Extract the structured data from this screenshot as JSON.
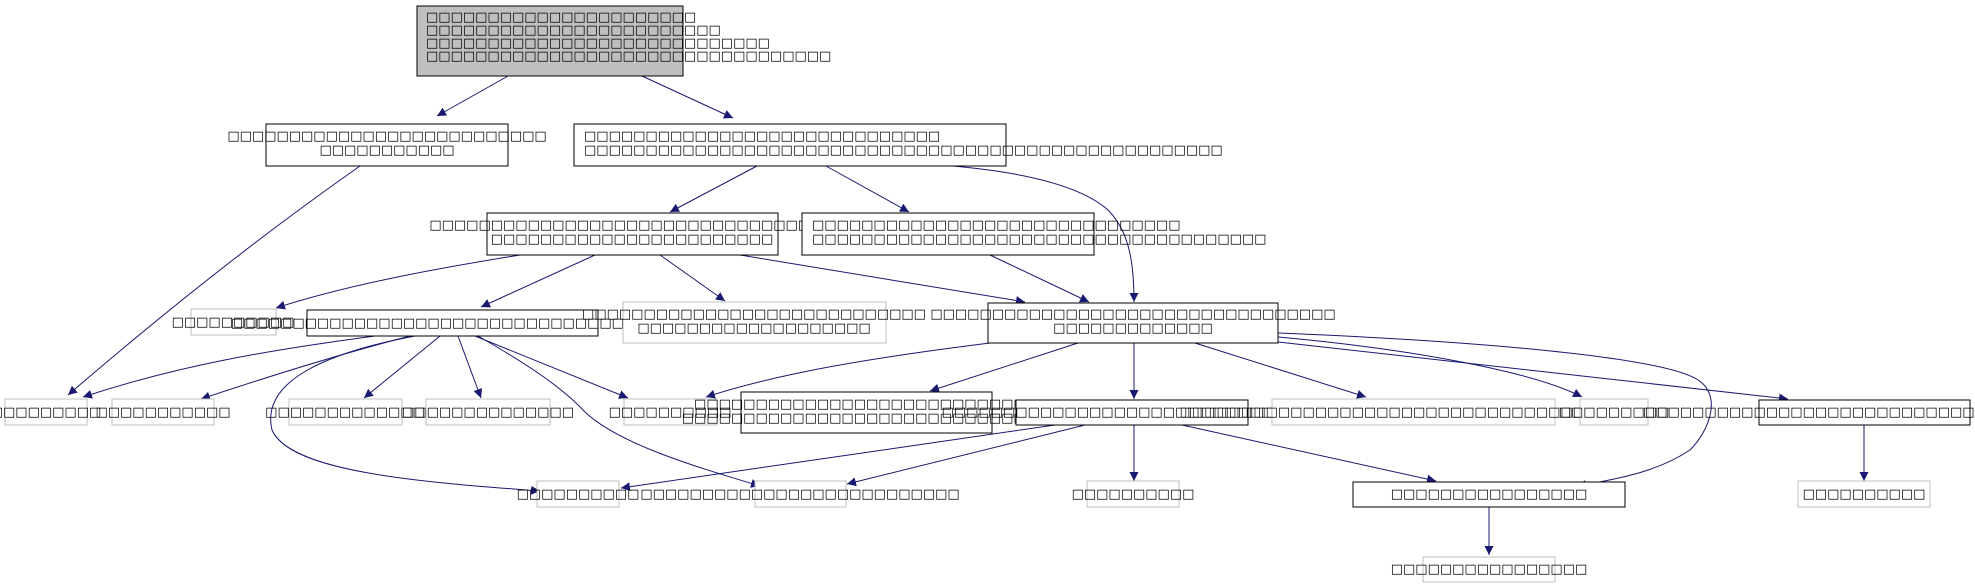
{
  "colors": {
    "edge": "#191970",
    "root_fill": "#bfbfbf",
    "node_border": "#000000",
    "leaf_border": "#bfbfbf"
  },
  "nodes": [
    {
      "id": "root",
      "lines": [
        "□□□□□□□□□□□□□□□□□□□□□□",
        "□□□□□□□□□□□□□□□□□□□□□□□□",
        "□□□□□□□□□□□□□□□□□□□□□□□□□□□□",
        "□□□□□□□□□□□□□□□□□□□□□□□□□□□□□□□□□"
      ]
    },
    {
      "id": "n1",
      "lines": [
        "□□□□□□□□□□□□□□□□□□□□□□□□□□",
        "□□□□□□□□□□□"
      ]
    },
    {
      "id": "n2",
      "lines": [
        "□□□□□□□□□□□□□□□□□□□□□□□□□□□□□",
        "□□□□□□□□□□□□□□□□□□□□□□□□□□□□□□□□□□□□□□□□□□□□□□□□□□□□"
      ]
    },
    {
      "id": "n3",
      "lines": [
        "□□□□□□□□□□□□□□□□□□□□□□□□□□□□□□□□□",
        "□□□□□□□□□□□□□□□□□□□□□□□"
      ]
    },
    {
      "id": "n4",
      "lines": [
        "□□□□□□□□□□□□□□□□□□□□□□□□□□□□□□",
        "□□□□□□□□□□□□□□□□□□□□□□□□□□□□□□□□□□□□□"
      ]
    },
    {
      "id": "n5",
      "lines": [
        "□□□□□□□□□□"
      ]
    },
    {
      "id": "n6",
      "lines": [
        "□□□□□□□□□□□□□□□□□□□□□□□□□□□□□□□□□□□□"
      ]
    },
    {
      "id": "n7",
      "lines": [
        "□□□□□□□□□□□□□□□□□□□□□□□□□□□□",
        "□□□□□□□□□□□□□□□□□□□"
      ]
    },
    {
      "id": "n8",
      "lines": [
        "□□□□□□□□□□□□□□□□□□□□□□□□□□□□□□□□□",
        "□□□□□□□□□□□□□"
      ]
    },
    {
      "id": "n9",
      "lines": [
        "□□□□□□□□□"
      ]
    },
    {
      "id": "n10",
      "lines": [
        "□□□□□□□□□□□"
      ]
    },
    {
      "id": "n11",
      "lines": [
        "□□□□□□□□□□□□□"
      ]
    },
    {
      "id": "n12",
      "lines": [
        "□□□□□□□□□□□□□□"
      ]
    },
    {
      "id": "n13",
      "lines": [
        "□□□□□□□□□□"
      ]
    },
    {
      "id": "n14",
      "lines": [
        "□□□□□□□□□□□□□□□□□□□□□□□□□□□□",
        "□□□□□□□□□□□□□□□□□□□□□□□□□□□□□□"
      ]
    },
    {
      "id": "n15",
      "lines": [
        "□□□□□□□□□□□□□□□□□□□□□□□□□□□□□□□"
      ]
    },
    {
      "id": "n16",
      "lines": [
        "□□□□□□□□□□□□□□□□□□□□□□□□□□□□□□□□□□□□□□"
      ]
    },
    {
      "id": "n17",
      "lines": [
        "□□□□□□□□□□"
      ]
    },
    {
      "id": "n18",
      "lines": [
        "□□□□□□□□□□□□□□□□□□□□□□□□□□"
      ]
    },
    {
      "id": "n19",
      "lines": [
        "□□□□□□□□□"
      ]
    },
    {
      "id": "n20",
      "lines": [
        "□□□□□□□□□□"
      ]
    },
    {
      "id": "n21",
      "lines": [
        "□□□□□□□□□□"
      ]
    },
    {
      "id": "n22",
      "lines": [
        "□□□□□□□□□□□□□□□□□□□□□□□□□□□□□□□□□□□□"
      ]
    },
    {
      "id": "n23",
      "lines": [
        "□□□□□□□□□□□□□□□□"
      ]
    },
    {
      "id": "n24",
      "lines": [
        "□□□□□□□□□□□□□□□□"
      ]
    }
  ]
}
